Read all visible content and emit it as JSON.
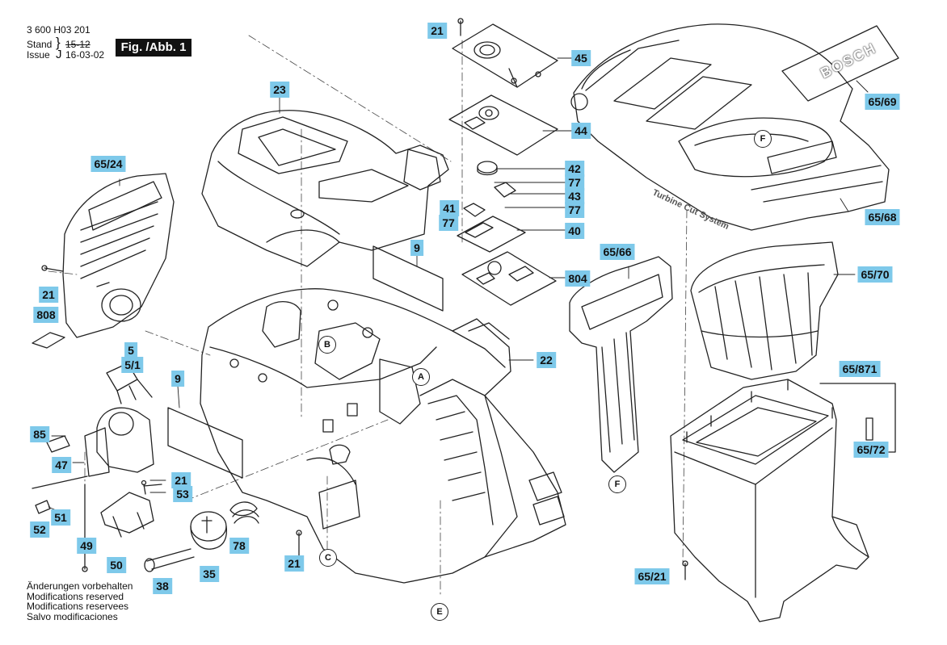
{
  "header": {
    "doc_number": "3 600 H03 201",
    "stand_label": "Stand",
    "stand_old_value": "15-12",
    "issue_label": "Issue",
    "issue_value": "16-03-02",
    "figure_label": "Fig. /Abb. 1"
  },
  "notes": [
    "Änderungen vorbehalten",
    "Modifications reserved",
    "Modifications reservees",
    "Salvo modificaciones"
  ],
  "brand_logo_text": "BOSCH",
  "housing_text": "Turbine Cut System",
  "colors": {
    "label_bg": "#7ec9ea",
    "line": "#222222"
  },
  "part_labels": [
    "21",
    "45",
    "23",
    "44",
    "65/69",
    "42",
    "77",
    "43",
    "41",
    "77",
    "65/24",
    "77",
    "40",
    "65/68",
    "9",
    "65/66",
    "21",
    "804",
    "65/70",
    "808",
    "22",
    "5",
    "5/1",
    "9",
    "65/871",
    "85",
    "21",
    "53",
    "47",
    "65/72",
    "51",
    "52",
    "78",
    "49",
    "50",
    "21",
    "38",
    "35",
    "65/21"
  ],
  "reference_markers": [
    "B",
    "A",
    "F",
    "C",
    "F",
    "E"
  ]
}
